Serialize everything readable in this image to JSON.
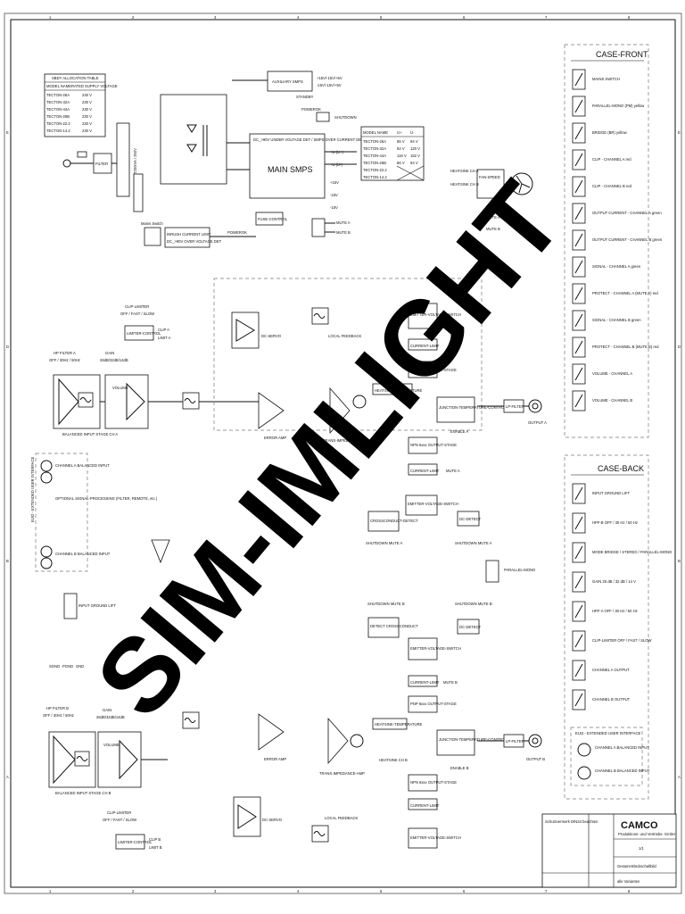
{
  "frame": {
    "cols_top": [
      "1",
      "2",
      "3",
      "4",
      "5",
      "6",
      "7",
      "8"
    ],
    "rows_side": [
      "E",
      "D",
      "C",
      "B",
      "A"
    ]
  },
  "standby_table": {
    "title": "SBDY ALLOCATION TABLE",
    "header": [
      "MODEL NAME",
      "RATED SUPPLY VOLTAGE"
    ],
    "rows": [
      [
        "TECTON-26A",
        "230 V"
      ],
      [
        "TECTON-32A",
        "230 V"
      ],
      [
        "TECTON-44A",
        "230 V"
      ],
      [
        "TECTON-26B",
        "230 V"
      ],
      [
        "TECTON-22.2",
        "230 V"
      ],
      [
        "TECTON-14.2",
        "230 V"
      ]
    ]
  },
  "model_table": {
    "header": [
      "MODEL NAME",
      "U+",
      "U-"
    ],
    "rows": [
      [
        "TECTON-26A",
        "86 V",
        "94 V"
      ],
      [
        "TECTON-32A",
        "92 V",
        "120 V"
      ],
      [
        "TECTON-44A",
        "118 V",
        "152 V"
      ],
      [
        "TECTON-26B",
        "86 V",
        "94 V"
      ],
      [
        "TECTON-22.2",
        "",
        ""
      ],
      [
        "TECTON-14.2",
        "",
        ""
      ]
    ]
  },
  "power": {
    "auxiliary": "AUXILIARY SMPS",
    "standby": "STANDBY",
    "main": "MAIN SMPS",
    "main_sub": "DC_>90V UNDER VOLTAGE DET / SMPS OVER CURRENT DET",
    "filter": "FILTER",
    "mains_switch": "Mains Switch",
    "inrush": "INRUSH CURRENT LIMIT",
    "overvolt": "DC_>90V OVER VOLTAGE DET",
    "fuse_control": "FUSE-CONTROL",
    "fuse_label": "T200mA / 250V",
    "shutdown": "SHUTDOWN",
    "powerok": "POWEROK",
    "rails": [
      "+15V/-15V/+5V",
      "-15V/-15V/+5V",
      "+U (U+)",
      "+U (U-)",
      "+15V",
      "-15V",
      "-15V"
    ],
    "fan": "FAN-SPEED",
    "mute_a": "MUTE A",
    "mute_b": "MUTE B",
    "heatsink_a": "HEATSINK CH A",
    "heatsink_b": "HEATSINK CH B"
  },
  "channel_a": {
    "hp_filter": "HP FILTER A",
    "hp_opts": "OFF / 30Hz / 50Hz",
    "gain": "GAIN",
    "gain_opts": "26dB/32dB/14dB",
    "volume": "VOLUME",
    "balanced_input": "BALANCED INPUT STAGE CH A",
    "clip_limiter": "CLIP-LIMITER",
    "clip_opts": "OFF / FAST / SLOW",
    "limiter_control": "LIMITER-CONTROL",
    "clip": "CLIP A",
    "limit": "LIMIT A",
    "dc_servo": "DC-SERVO",
    "error_amp": "ERROR AMP",
    "local_feedback": "LOCAL FEEDBACK",
    "heatsink_temp": "HEATSINK-TEMPERATURE",
    "emitter_switch": "EMITTER-VOLTAGE-SWITCH",
    "pnp_stage": "PNP 6xxx OUTPUT-STAGE",
    "npn_stage": "NPN 6xxx OUTPUT-STAGE",
    "junction": "JUNCTION-TEMPERATURE-CONTROL",
    "current_limit": "CURRENT-LIMIT",
    "crossconduct": "CROSSCONDUCT-DETECT",
    "dc_detect": "DC-DETECT",
    "lp_filter": "LP-FILTER",
    "output": "OUTPUT A",
    "enable": "ENABLE A",
    "mute": "MUTE A",
    "shutdown_mute": "SHUTDOWN MUTE A",
    "transimpedance": "TRANS-IMPEDANCE-AMP"
  },
  "channel_b": {
    "hp_filter": "HP FILTER B",
    "hp_opts": "OFF / 30Hz / 50Hz",
    "gain": "GAIN",
    "gain_opts": "26dB/32dB/14dB",
    "volume": "VOLUME",
    "balanced_input": "BALANCED INPUT STAGE CH B",
    "clip_limiter": "CLIP-LIMITER",
    "clip_opts": "OFF / FAST / SLOW",
    "limiter_control": "LIMITER-CONTROL",
    "clip": "CLIP B",
    "limit": "LIMIT B",
    "dc_servo": "DC-SERVO",
    "error_amp": "ERROR AMP",
    "local_feedback": "LOCAL FEEDBACK",
    "heatsink_temp": "HEATSINK-TEMPERATURE",
    "emitter_switch": "EMITTER-VOLTAGE-SWITCH",
    "pnp_stage": "PNP 6xxx OUTPUT-STAGE",
    "npn_stage": "NPN 6xxx OUTPUT-STAGE",
    "junction": "JUNCTION-TEMPERATURE-CONTROL",
    "current_limit": "CURRENT-LIMIT",
    "crossconduct": "DETECT CROSSCONDUCT",
    "dc_detect": "DC-DETECT",
    "lp_filter": "LP-FILTER",
    "output": "OUTPUT B",
    "enable": "ENABLE B",
    "mute": "MUTE B",
    "shutdown_mute": "SHUTDOWN MUTE B",
    "transimpedance": "TRANS-IMPEDANCE-AMP"
  },
  "interface": {
    "eui": "EUI2 - EXTENDED USER INTERFACE",
    "ch_a_in": "CHANNEL A BALANCED INPUT",
    "optional": "OPTIONAL SIGNAL-PROCESSING (FILTER, REMOTE, etc.)",
    "ch_b_in": "CHANNEL B BALANCED INPUT",
    "ground_lift": "INPUT GROUND LIFT",
    "parallel_mono": "PARALLEL-MONO",
    "gnd_labels": [
      "SGND",
      "PGND",
      "GND"
    ]
  },
  "case_front": {
    "title": "CASE-FRONT",
    "items": [
      "MAINS SWITCH",
      "PARALLEL-MONO (PM) yellow",
      "BRIDGE (BR) yellow",
      "CLIP - CHANNEL A red",
      "CLIP - CHANNEL B red",
      "OUTPUT CURRENT - CHANNEL A green",
      "OUTPUT CURRENT - CHANNEL B green",
      "SIGNAL - CHANNEL A green",
      "PROTECT - CHANNEL A (MUTE A) red",
      "SIGNAL - CHANNEL B green",
      "PROTECT - CHANNEL B (MUTE B) red",
      "VOLUME - CHANNEL A",
      "VOLUME - CHANNEL B"
    ]
  },
  "case_back": {
    "title": "CASE-BACK",
    "items": [
      "INPUT GROUND LIFT",
      "HPF-B OFF / 30 Hz / 50 Hz",
      "MODE BRIDGE / STEREO / PARALLEL-MONO",
      "GAIN 26 dB / 32 dB / 14 V",
      "HPF-A OFF / 30 Hz / 50 Hz",
      "CLIP-LIMITER OFF / FAST / SLOW",
      "CHANNEL A OUTPUT",
      "CHANNEL B OUTPUT"
    ],
    "eui": "EUI2 - EXTENDED USER INTERFACE",
    "eui_a": "CHANNEL A BALANCED INPUT",
    "eui_b": "CHANNEL B BALANCED INPUT"
  },
  "title_block": {
    "notice": "Schutzvermerk DIN34 beachten",
    "company": "CAMCO",
    "company_sub": "Produktions- und Vertriebs- GmbH",
    "sheet": "1/1",
    "drawing_title": "Gesamt-Blockschaltbild",
    "variant": "alle Varianten"
  },
  "watermark": "SIM-IMLIGHT"
}
